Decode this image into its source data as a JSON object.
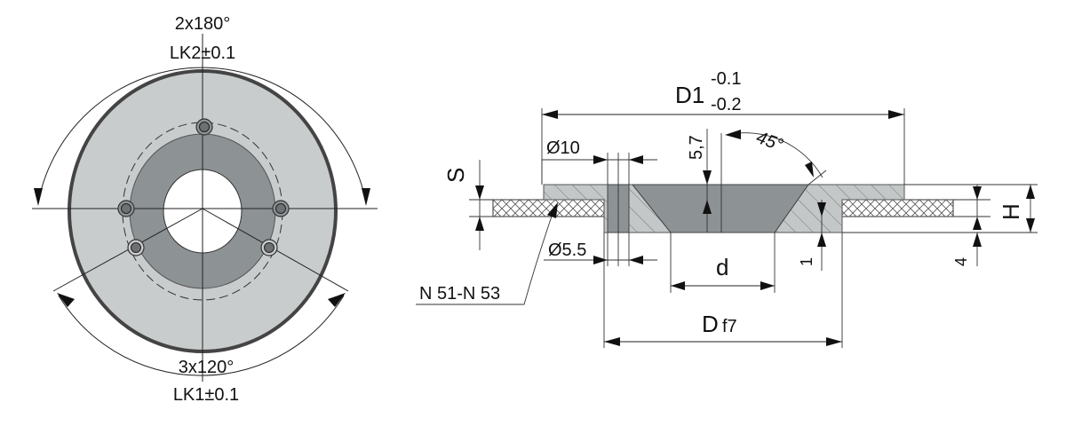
{
  "front_view": {
    "top_angle_label": "2x180°",
    "top_pcd_label": "LK2±0.1",
    "bottom_angle_label": "3x120°",
    "bottom_pcd_label": "LK1±0.1"
  },
  "section_view": {
    "d1_label": "D1",
    "d1_tol_upper": "-0.1",
    "d1_tol_lower": "-0.2",
    "dia10_label": "Ø10",
    "dim_57_label": "5,7",
    "angle_label": "45°",
    "s_label": "S",
    "h_label": "H",
    "dia55_label": "Ø5.5",
    "d_label": "d",
    "dim_1_label": "1",
    "dim_4_label": "4",
    "df7_label": "D",
    "df7_tol_label": "f7",
    "note_label": "N 51-N 53"
  },
  "colors": {
    "outer_disk": "#c9cccc",
    "inner_ring": "#8d9294",
    "section_fill": "#c4c7c7",
    "section_dark": "#8d9294"
  }
}
